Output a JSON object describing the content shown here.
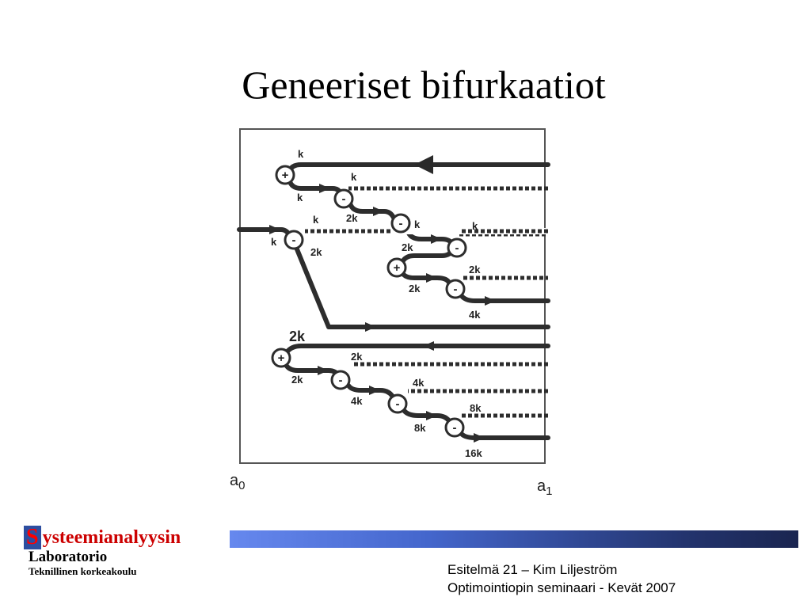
{
  "slide": {
    "title": "Geneeriset bifurkaatiot"
  },
  "diagram": {
    "axis_left": "a",
    "axis_left_sub": "0",
    "axis_right": "a",
    "axis_right_sub": "1",
    "signs": {
      "plus": "+",
      "minus": "-"
    },
    "labels": {
      "k1": "k",
      "k2": "k",
      "k3": "k",
      "k4": "k",
      "k5": "k",
      "k6": "k",
      "twok1": "2k",
      "twok2": "2k",
      "twok3": "2k",
      "twok4": "2k",
      "twok5": "2k",
      "fourk1": "4k",
      "lower_top": "2k",
      "lower_2k_a": "2k",
      "lower_2k_b": "2k",
      "lower_4k_a": "4k",
      "lower_4k_b": "4k",
      "lower_8k_a": "8k",
      "lower_8k_b": "8k",
      "lower_16k": "16k"
    }
  },
  "footer": {
    "logo_s": "S",
    "logo_rest": "ysteemianalyysin",
    "lab": "Laboratorio",
    "school": "Teknillinen korkeakoulu",
    "line1": "Esitelmä 21 – Kim Liljeström",
    "line2": "Optimointiopin seminaari - Kevät 2007"
  }
}
